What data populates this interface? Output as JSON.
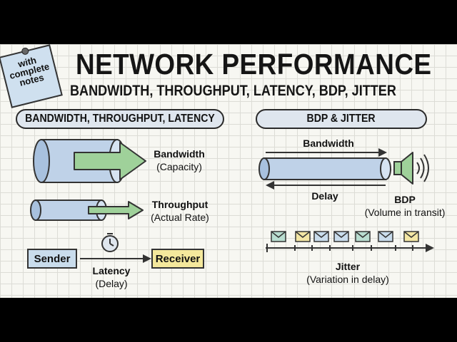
{
  "note": {
    "lines": [
      "with",
      "complete",
      "notes"
    ]
  },
  "header": {
    "title": "NETWORK PERFORMANCE",
    "subtitle": "BANDWIDTH, THROUGHPUT, LATENCY, BDP, JITTER"
  },
  "left_panel": {
    "heading": "BANDWIDTH, THROUGHPUT, LATENCY",
    "bandwidth": {
      "title": "Bandwidth",
      "caption": "(Capacity)"
    },
    "throughput": {
      "title": "Throughput",
      "caption": "(Actual Rate)"
    },
    "latency": {
      "sender": "Sender",
      "receiver": "Receiver",
      "title": "Latency",
      "caption": "(Delay)"
    }
  },
  "right_panel": {
    "heading": "BDP & JITTER",
    "bdp": {
      "bandwidth_label": "Bandwidth",
      "delay_label": "Delay",
      "title": "BDP",
      "caption": "(Volume in transit)"
    },
    "jitter": {
      "title": "Jitter",
      "caption": "(Variation in delay)",
      "packet_colors": [
        "#b9ddd0",
        "#f3e6a4",
        "#c9dcec",
        "#c9dcec",
        "#b9ddd0",
        "#c9dcec",
        "#f3e6a4"
      ]
    }
  },
  "colors": {
    "pipe_blue": "#bfd2e8",
    "arrow_green": "#9fd19a",
    "receiver_yellow": "#f4e89c",
    "pill": "#dfe6ee",
    "note": "#cfe0ef"
  }
}
